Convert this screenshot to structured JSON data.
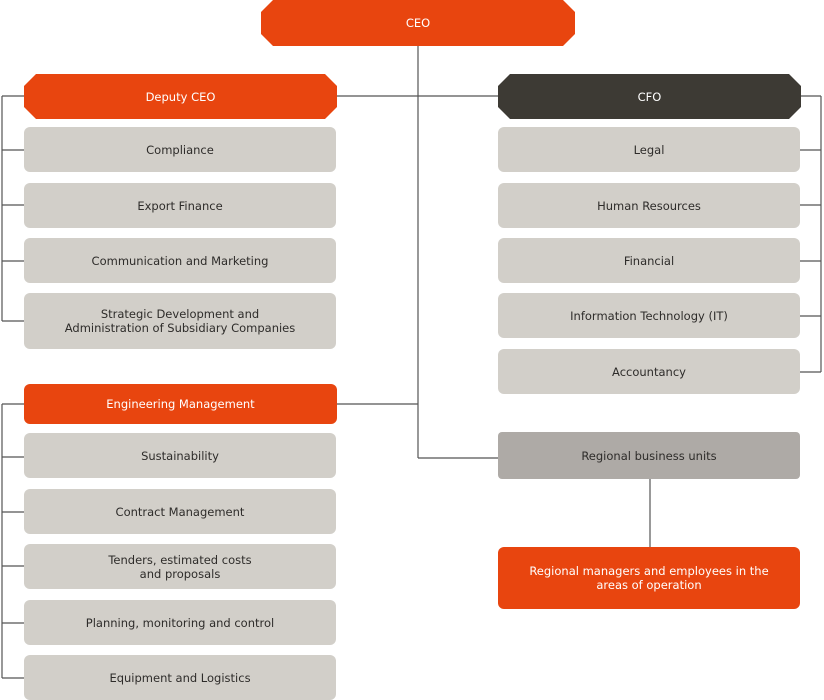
{
  "top": {
    "ceo": "CEO"
  },
  "left": {
    "deputy": "Deputy CEO",
    "deputy_units": [
      "Compliance",
      "Export Finance",
      "Communication and Marketing",
      "Strategic Development and\nAdministration of Subsidiary Companies"
    ],
    "engineering": "Engineering Management",
    "engineering_units": [
      "Sustainability",
      "Contract Management",
      "Tenders, estimated costs\nand proposals",
      "Planning, monitoring and control",
      "Equipment and Logistics"
    ]
  },
  "right": {
    "cfo": "CFO",
    "cfo_units": [
      "Legal",
      "Human Resources",
      "Financial",
      "Information Technology (IT)",
      "Accountancy"
    ],
    "regional": "Regional business units",
    "regional_staff": "Regional managers and employees in the\nareas of operation"
  },
  "colors": {
    "orange": "#e8450f",
    "dark": "#3d3a34",
    "gray": "#d2cfc9",
    "mid_gray": "#aeaaa6",
    "line": "#555555"
  }
}
